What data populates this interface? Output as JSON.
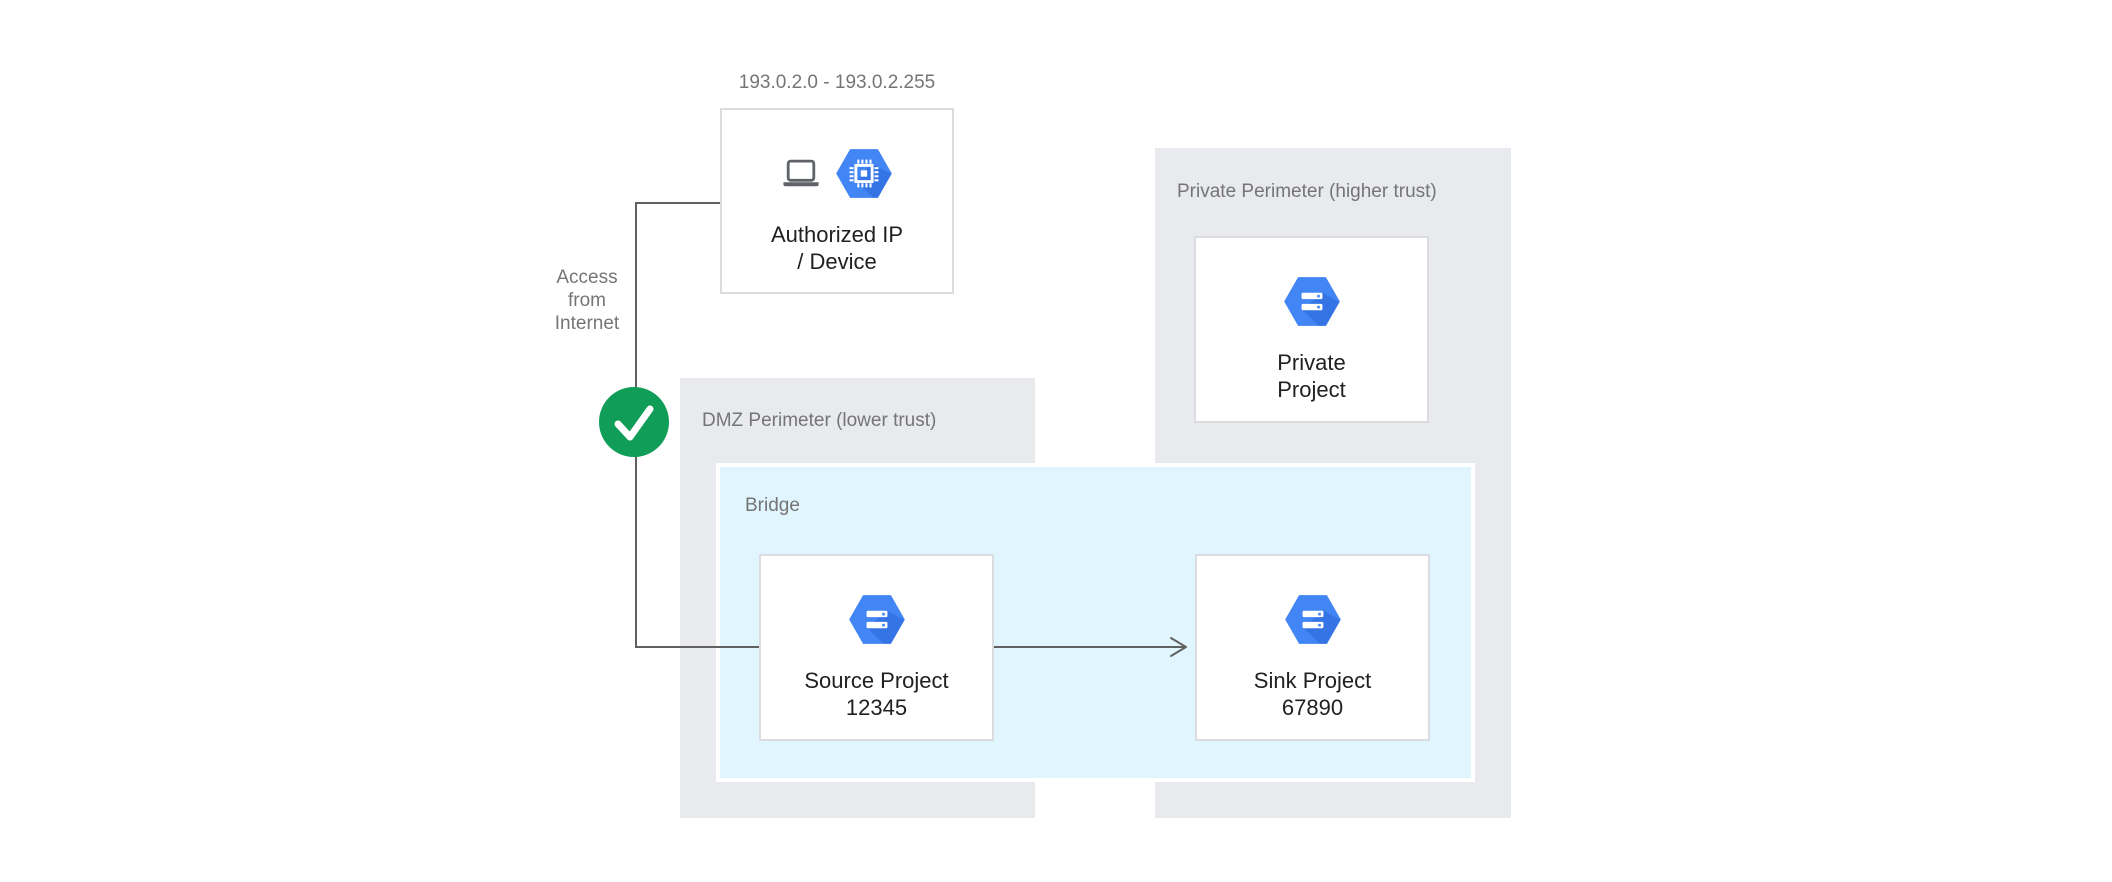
{
  "diagram": {
    "authorized": {
      "ip_range": "193.0.2.0 - 193.0.2.255",
      "label_line1": "Authorized IP",
      "label_line2": "/ Device"
    },
    "access": {
      "line1": "Access",
      "line2": "from",
      "line3": "Internet"
    },
    "dmz": {
      "label": "DMZ Perimeter (lower trust)"
    },
    "bridge": {
      "label": "Bridge"
    },
    "private_perimeter": {
      "label": "Private Perimeter (higher trust)"
    },
    "nodes": {
      "source": {
        "line1": "Source Project",
        "line2": "12345"
      },
      "sink": {
        "line1": "Sink Project",
        "line2": "67890"
      },
      "private": {
        "line1": "Private",
        "line2": "Project"
      }
    },
    "icons": {
      "laptop": "laptop-icon",
      "compute_engine": "compute-engine-hexagon-icon",
      "project": "project-hexagon-icon",
      "check": "check-circle-icon",
      "flow": "arrow-right"
    },
    "colors": {
      "perimeter_fill": "#E8EAED",
      "bridge_fill": "#E1F5FE",
      "hexagon_blue": "#4285F4",
      "hexagon_shadow": "#1B57C9",
      "check_green": "#0F9D58",
      "connector_gray": "#616161",
      "label_gray": "#757575",
      "text_dark": "#212121",
      "node_border": "#DADCE0",
      "laptop_gray": "#5F6368"
    }
  }
}
